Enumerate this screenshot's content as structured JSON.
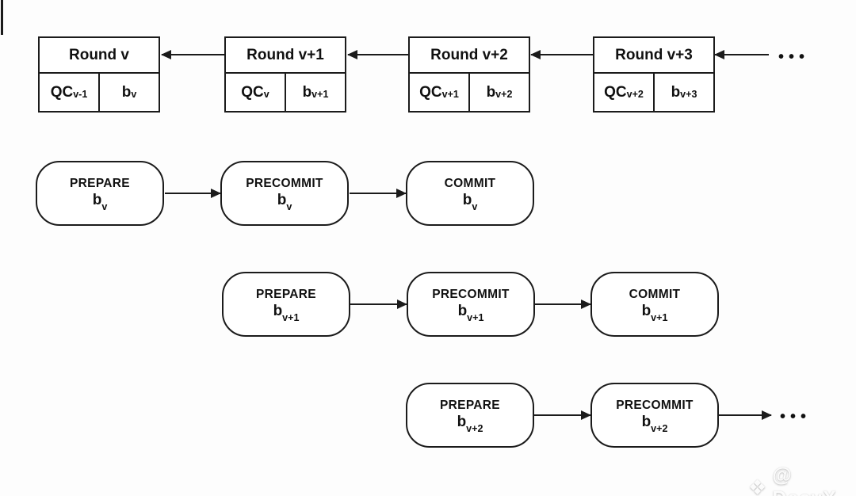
{
  "colors": {
    "background": "#fdfdfd",
    "line": "#1b1b1b",
    "text": "#111111"
  },
  "chain": {
    "rounds": [
      {
        "title": "Round v",
        "qc_base": "QC",
        "qc_sub": "v-1",
        "block_base": "b",
        "block_sub": "v"
      },
      {
        "title": "Round v+1",
        "qc_base": "QC",
        "qc_sub": "v",
        "block_base": "b",
        "block_sub": "v+1"
      },
      {
        "title": "Round v+2",
        "qc_base": "QC",
        "qc_sub": "v+1",
        "block_base": "b",
        "block_sub": "v+2"
      },
      {
        "title": "Round v+3",
        "qc_base": "QC",
        "qc_sub": "v+2",
        "block_base": "b",
        "block_sub": "v+3"
      }
    ],
    "ellipsis": "•••"
  },
  "phases": {
    "rows": [
      {
        "items": [
          {
            "label": "PREPARE",
            "block_base": "b",
            "block_sub": "v"
          },
          {
            "label": "PRECOMMIT",
            "block_base": "b",
            "block_sub": "v"
          },
          {
            "label": "COMMIT",
            "block_base": "b",
            "block_sub": "v"
          }
        ]
      },
      {
        "items": [
          {
            "label": "PREPARE",
            "block_base": "b",
            "block_sub": "v+1"
          },
          {
            "label": "PRECOMMIT",
            "block_base": "b",
            "block_sub": "v+1"
          },
          {
            "label": "COMMIT",
            "block_base": "b",
            "block_sub": "v+1"
          }
        ]
      },
      {
        "items": [
          {
            "label": "PREPARE",
            "block_base": "b",
            "block_sub": "v+2"
          },
          {
            "label": "PRECOMMIT",
            "block_base": "b",
            "block_sub": "v+2"
          }
        ],
        "ellipsis": "•••"
      }
    ]
  },
  "watermark": {
    "icon": "❖",
    "text": "@ DecyX"
  }
}
